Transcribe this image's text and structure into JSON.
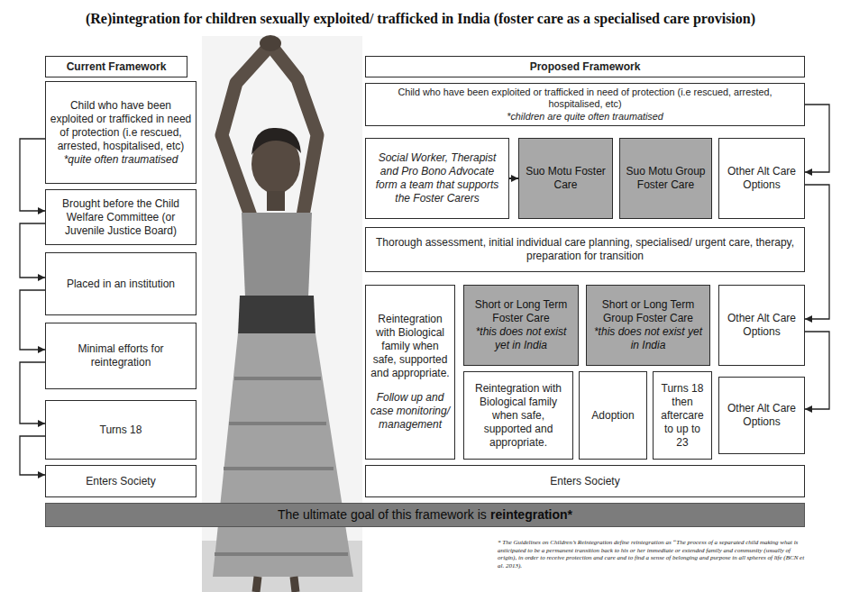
{
  "diagram": {
    "title": "(Re)integration for children sexually exploited/ trafficked in India (foster care as a specialised care provision)",
    "nodes": [
      {
        "text": [
          "Current Framework"
        ]
      },
      {
        "text": [
          "Child who have been exploited or trafficked in need of protection (i.e rescued, arrested, hospitalised, etc)",
          "*quite often traumatised"
        ]
      },
      {
        "text": [
          "Brought before the Child Welfare Committee (or Juvenile Justice Board)"
        ]
      },
      {
        "text": [
          "Placed in an institution"
        ]
      },
      {
        "text": [
          "Minimal efforts for reintegration"
        ]
      },
      {
        "text": [
          "Turns 18"
        ]
      },
      {
        "text": [
          "Enters Society"
        ]
      },
      {
        "text": [
          "Proposed Framework"
        ]
      },
      {
        "text": [
          "Child who have been exploited or trafficked in need of protection (i.e rescued, arrested, hospitalised, etc)",
          "*children are quite often traumatised"
        ]
      },
      {
        "text": [
          "Social Worker, Therapist and Pro Bono Advocate form a team that supports the Foster Carers"
        ]
      },
      {
        "text": [
          "Suo Motu Foster Care"
        ]
      },
      {
        "text": [
          "Suo Motu Group Foster Care"
        ]
      },
      {
        "text": [
          "Other Alt Care Options"
        ]
      },
      {
        "text": [
          "Thorough assessment, initial individual care planning, specialised/ urgent care, therapy, preparation for transition"
        ]
      },
      {
        "text": [
          "Reintegration with Biological family when safe, supported and appropriate.",
          "Follow up and case monitoring/ management"
        ]
      },
      {
        "text": [
          "Short or Long Term Foster Care",
          "*this does not exist yet in India"
        ]
      },
      {
        "text": [
          "Short or Long Term Group Foster Care",
          "*this does not exist yet in India"
        ]
      },
      {
        "text": [
          "Other Alt Care Options"
        ]
      },
      {
        "text": [
          "Reintegration with Biological family when safe, supported and appropriate."
        ]
      },
      {
        "text": [
          "Adoption"
        ]
      },
      {
        "text": [
          "Turns 18 then aftercare to up to 23"
        ]
      },
      {
        "text": [
          "Other Alt Care Options"
        ]
      },
      {
        "text": [
          "Enters Society"
        ]
      },
      {
        "text": [
          "The ultimate goal of this framework is",
          "reintegration*"
        ]
      }
    ],
    "edges": [
      {
        "from": 1,
        "to": 2,
        "arrow": "to"
      },
      {
        "from": 2,
        "to": 3,
        "arrow": "to"
      },
      {
        "from": 3,
        "to": 4,
        "arrow": "to"
      },
      {
        "from": 4,
        "to": 5,
        "arrow": "to"
      },
      {
        "from": 5,
        "to": 6,
        "arrow": "to"
      },
      {
        "from": 9,
        "to": 10,
        "arrow": "to"
      },
      {
        "from": 8,
        "to": 12,
        "arrow": "to"
      },
      {
        "from": 12,
        "to": 17,
        "arrow": "to"
      },
      {
        "from": 17,
        "to": 21,
        "arrow": "to"
      }
    ],
    "labels": [
      "* The Guidelines on Children’s Reintegration define reintegration as “The process of a separated child making what is anticipated to be a permanent transition back to his or her immediate or extended family and community (usually of origin), in order to receive protection and care and to find a sense of belonging and purpose in all spheres of life (BCN et al. 2013)."
    ]
  }
}
